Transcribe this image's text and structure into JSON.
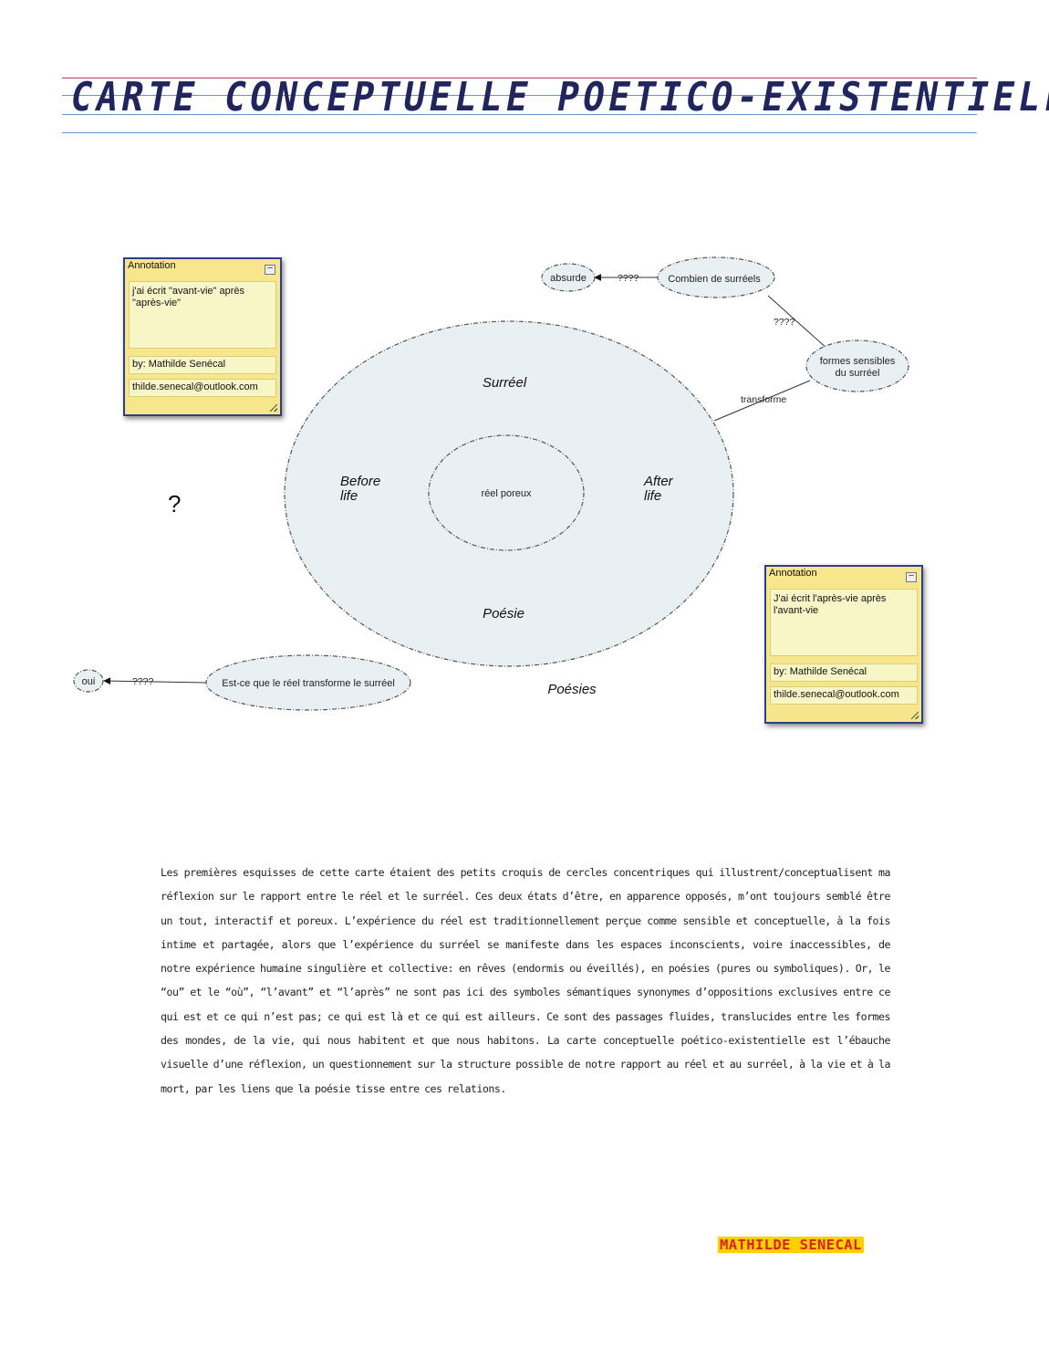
{
  "header": {
    "title": "CARTE CONCEPTUELLE POETICO-EXISTENTIELLE"
  },
  "map": {
    "outer_circle": {
      "top_label": "Surréel",
      "left_label_line1": "Before",
      "left_label_line2": "life",
      "right_label_line1": "After",
      "right_label_line2": "life",
      "bottom_label": "Poésie"
    },
    "inner_circle_label": "réel poreux",
    "outside_label": "Poésies",
    "question_mark": "?",
    "nodes": {
      "absurde": "absurde",
      "combien": "Combien de surréels",
      "formes_line1": "formes sensibles",
      "formes_line2": "du surréel",
      "est_ce": "Est-ce que le réel transforme le surréel",
      "oui": "oui"
    },
    "links": {
      "combien_to_absurde": "????",
      "formes_to_combien": "????",
      "outer_to_formes": "transforme",
      "est_ce_to_oui": "????"
    }
  },
  "annotations": [
    {
      "header": "Annotation",
      "minimize": "–",
      "text": "j'ai écrit \"avant-vie\" après \"après-vie\"",
      "author": "by: Mathilde Senécal",
      "email": "thilde.senecal@outlook.com"
    },
    {
      "header": "Annotation",
      "minimize": "–",
      "text": "J'ai écrit l'après-vie après l'avant-vie",
      "author": "by: Mathilde Senécal",
      "email": "thilde.senecal@outlook.com"
    }
  ],
  "essay": "Les premières esquisses de cette carte étaient des petits croquis de cercles concentriques qui illustrent/conceptualisent ma réflexion sur le rapport entre le réel et le surréel. Ces deux états d’être, en apparence opposés, m’ont toujours semblé être un tout, interactif et poreux. L’expérience du réel est traditionnellement perçue comme sensible et conceptuelle, à la fois intime et partagée, alors que l’expérience du surréel se manifeste dans les espaces inconscients, voire inaccessibles, de notre expérience humaine singulière et collective: en rêves (endormis ou éveillés), en poésies (pures ou symboliques). Or, le “ou” et le “où”, “l’avant” et “l’après” ne sont pas ici des symboles sémantiques synonymes d’oppositions exclusives entre ce qui est et ce qui n’est pas; ce qui est là et ce qui est ailleurs. Ce sont des passages fluides, translucides entre les formes des mondes, de la vie, qui nous habitent et que nous habitons. La carte conceptuelle poético-existentielle est l’ébauche visuelle d’une réflexion, un questionnement sur la structure possible de notre rapport au réel et au surréel, à la vie et à la mort, par les liens que la poésie tisse entre ces relations.",
  "signature": "MATHILDE SENECAL",
  "colors": {
    "title": "#20255e",
    "rule_red": "#c0395f",
    "rule_blue": "#6a93c9",
    "node_fill": "#e9f0f3",
    "note_bg": "#f7e68c",
    "note_border": "#2b3f8a",
    "signature_text": "#d8231a",
    "signature_bg": "#ffd000"
  }
}
